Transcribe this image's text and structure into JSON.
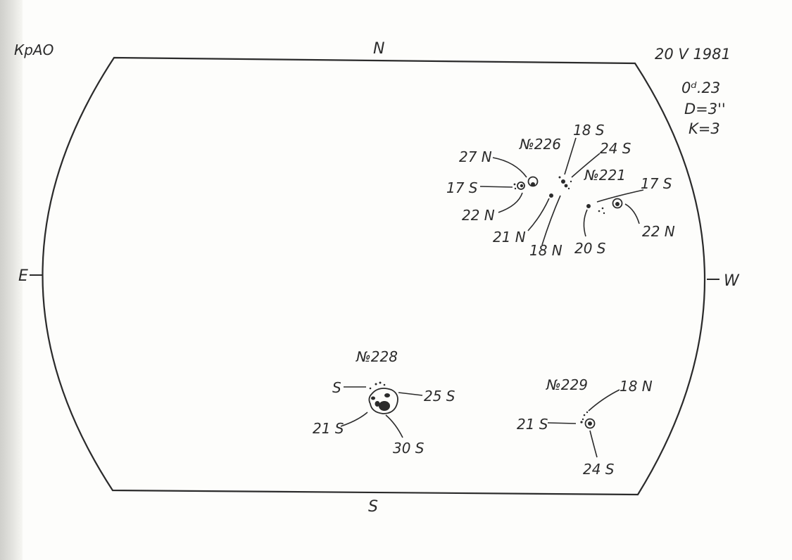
{
  "header": {
    "observatory": "КрАО",
    "date": "20 V 1981",
    "time": "0ᵈ.23",
    "diameter": "D=3''",
    "quality": "K=3"
  },
  "compass": {
    "north": "N",
    "south": "S",
    "east": "E",
    "west": "W"
  },
  "groups": [
    {
      "id": "№226",
      "labels": [
        "27 N",
        "17 S",
        "22 N",
        "21 N",
        "18 S",
        "18 N"
      ]
    },
    {
      "id": "№221",
      "labels": [
        "24 S",
        "17 S",
        "20 S",
        "22 N"
      ]
    },
    {
      "id": "№228",
      "labels": [
        "S",
        "25 S",
        "21 S",
        "30 S"
      ]
    },
    {
      "id": "№229",
      "labels": [
        "18 N",
        "21 S",
        "24 S"
      ]
    }
  ]
}
